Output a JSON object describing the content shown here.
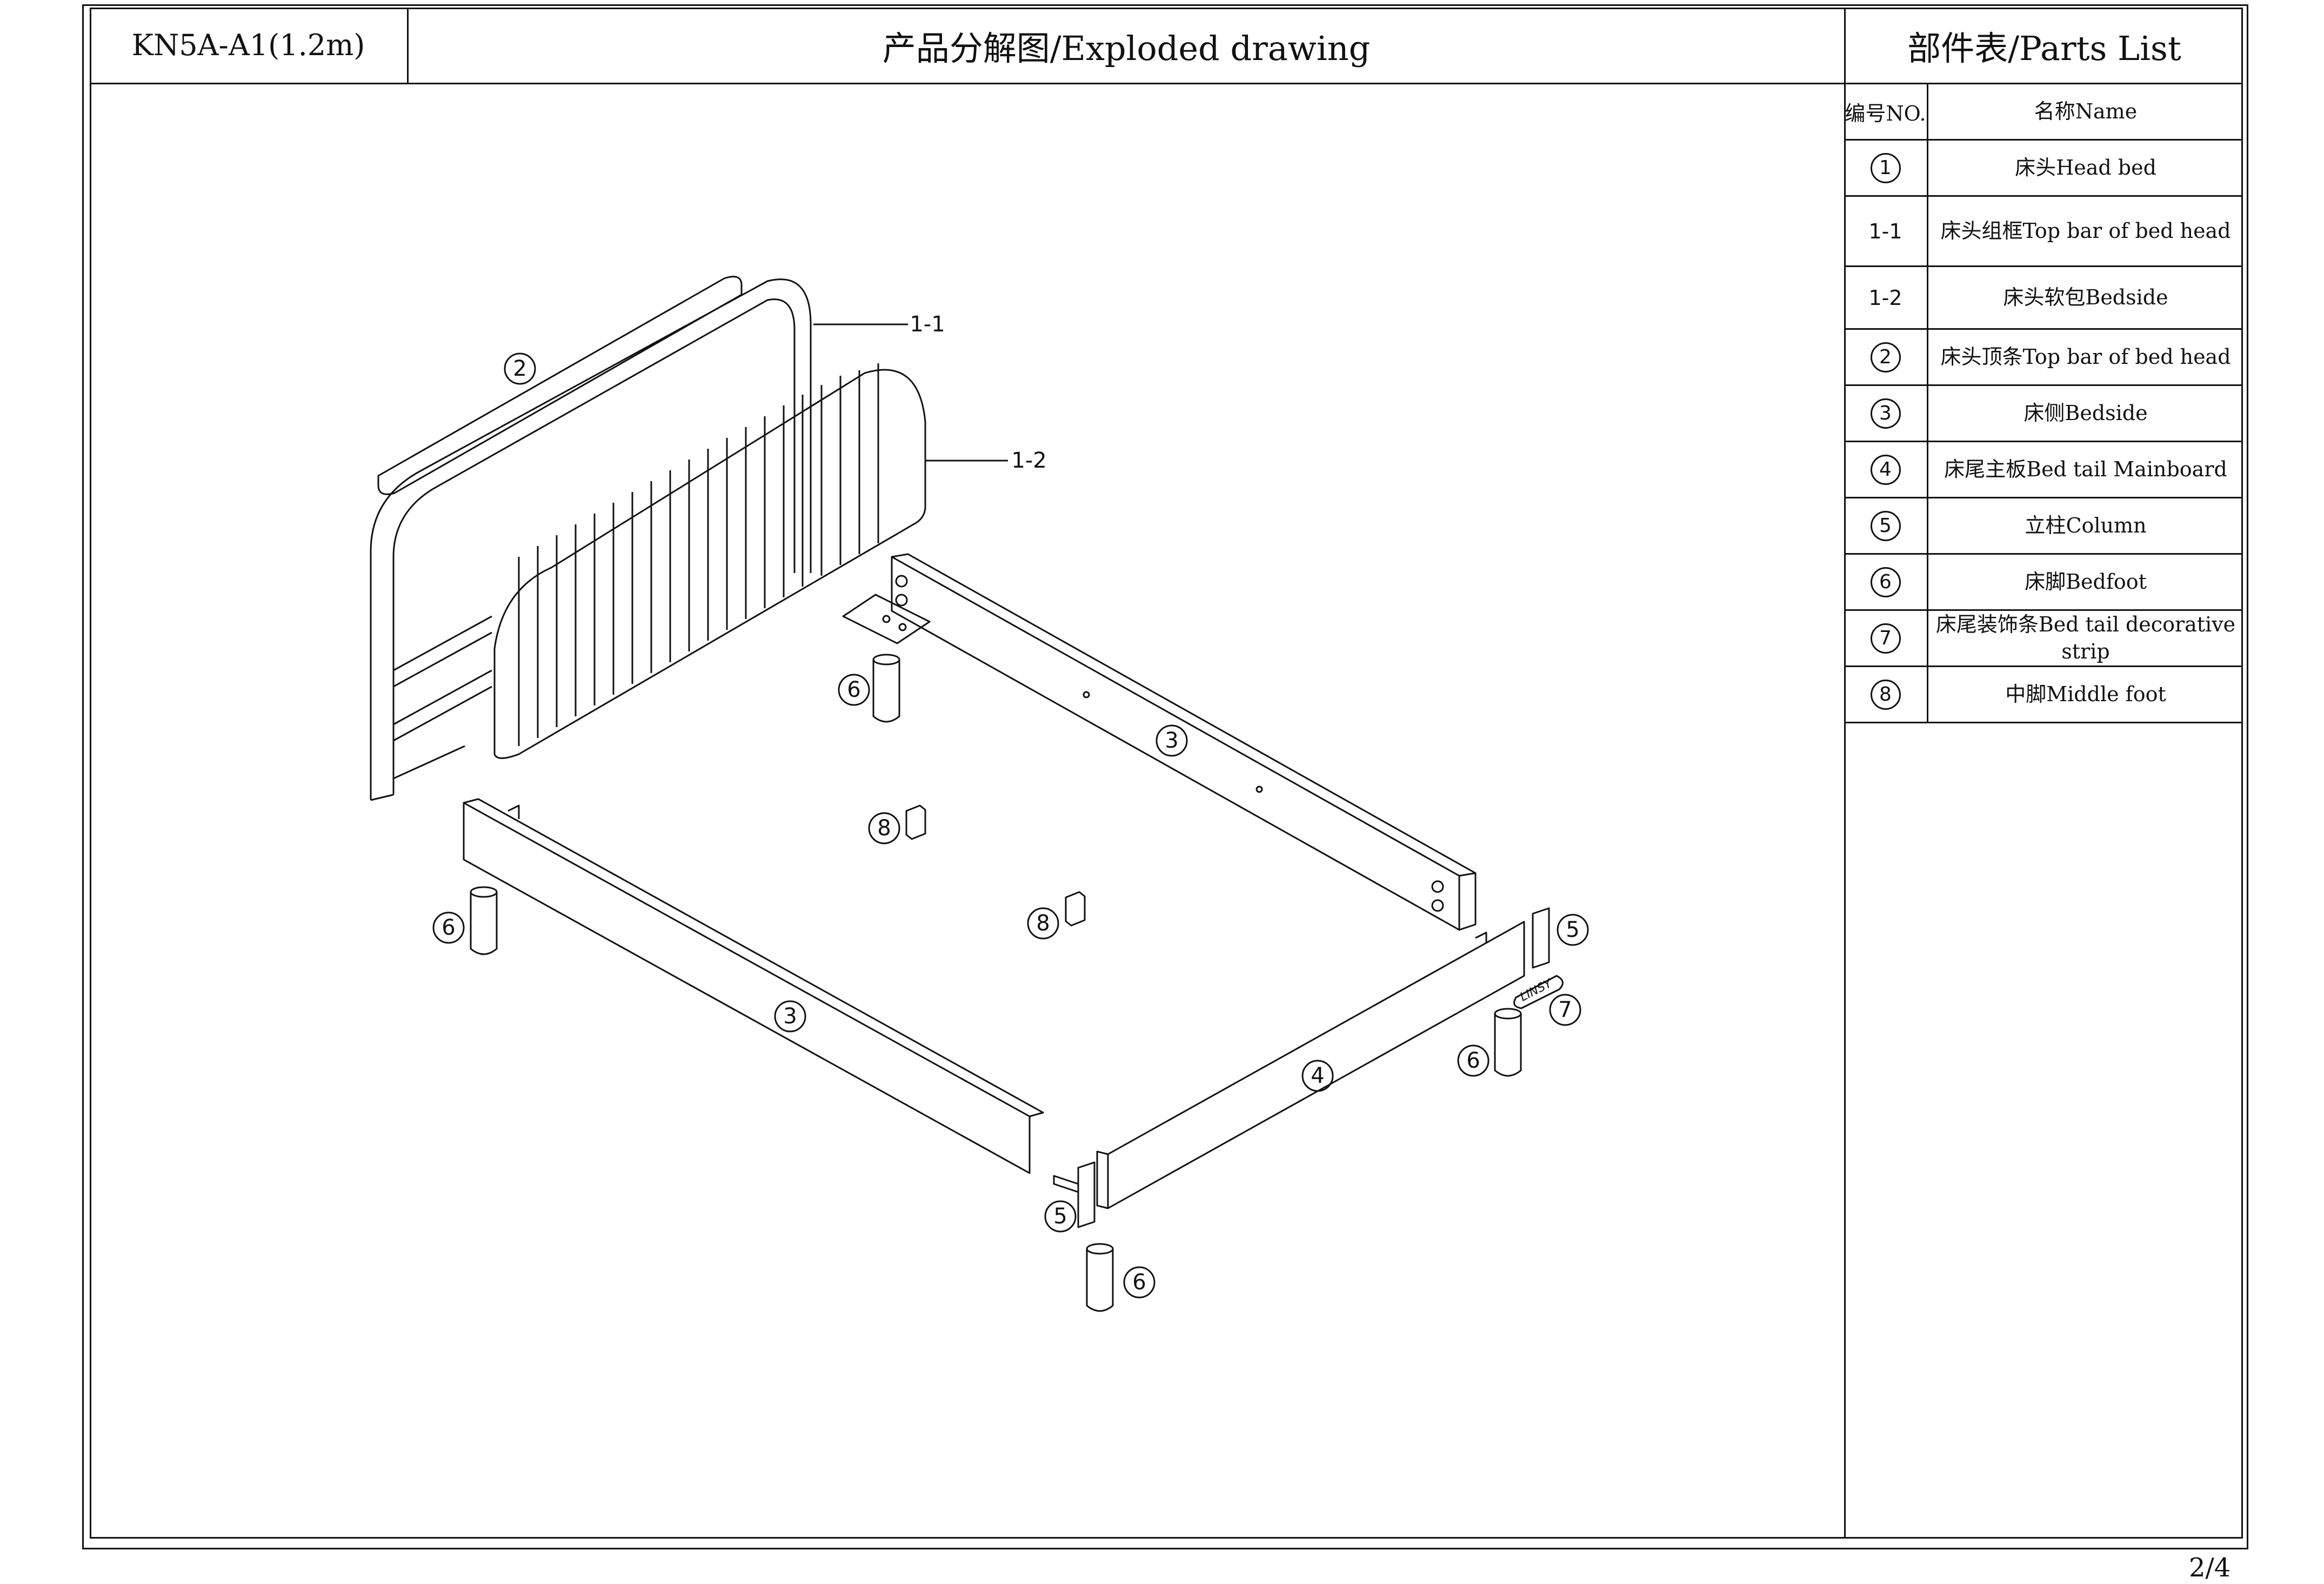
{
  "header": {
    "code": "KN5A-A1(1.2m)",
    "title": "产品分解图/Exploded drawing",
    "parts_title": "部件表/Parts List"
  },
  "parts_table": {
    "col_no": "编号NO.",
    "col_name": "名称Name",
    "rows": [
      {
        "no": "1",
        "circled": true,
        "name": "床头Head bed"
      },
      {
        "no": "1-1",
        "circled": false,
        "name": "床头组框Top bar of bed head"
      },
      {
        "no": "1-2",
        "circled": false,
        "name": "床头软包Bedside"
      },
      {
        "no": "2",
        "circled": true,
        "name": "床头顶条Top bar of bed head"
      },
      {
        "no": "3",
        "circled": true,
        "name": "床侧Bedside"
      },
      {
        "no": "4",
        "circled": true,
        "name": "床尾主板Bed tail Mainboard"
      },
      {
        "no": "5",
        "circled": true,
        "name": "立柱Column"
      },
      {
        "no": "6",
        "circled": true,
        "name": "床脚Bedfoot"
      },
      {
        "no": "7",
        "circled": true,
        "name": "床尾装饰条Bed tail decorative strip"
      },
      {
        "no": "8",
        "circled": true,
        "name": "中脚Middle foot"
      }
    ]
  },
  "callouts": {
    "c1_1": "1-1",
    "c1_2": "1-2",
    "c2": "2",
    "c3": "3",
    "c4": "4",
    "c5": "5",
    "c6": "6",
    "c7": "7",
    "c8": "8",
    "logo": "LINSY"
  },
  "page": "2/4"
}
